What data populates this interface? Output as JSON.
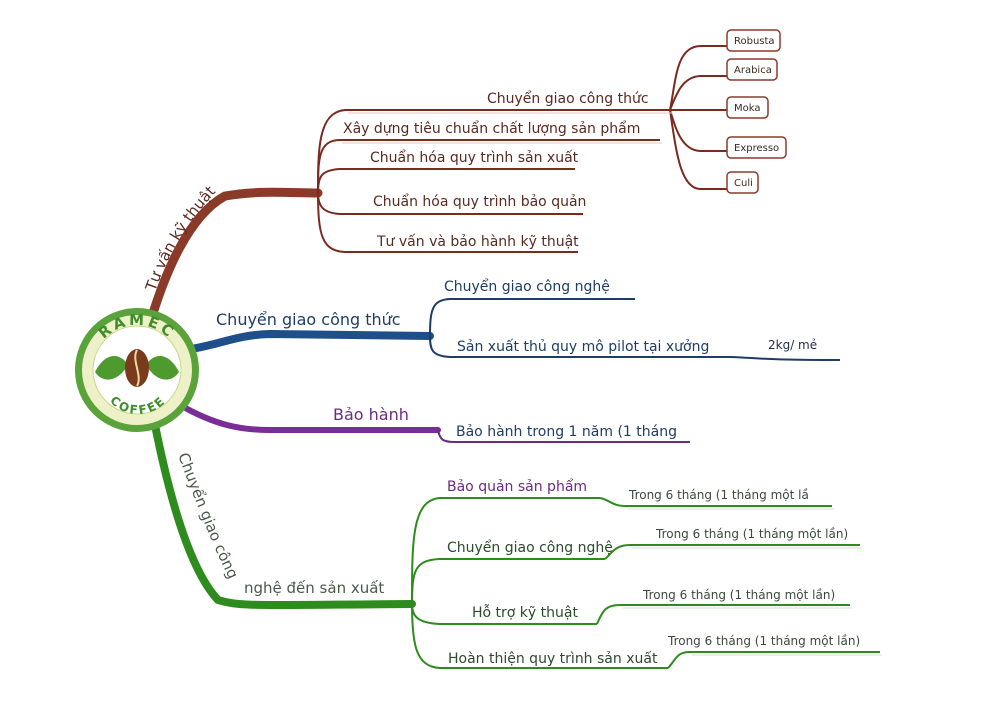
{
  "logo": {
    "top_text": "RAMEC",
    "bottom_text": "COFFEE"
  },
  "branches": {
    "technical": {
      "label": "Tư vấn kỹ thuật",
      "color": "#8b3a2a",
      "children": [
        "Chuyển giao công thức",
        "Xây dựng tiêu chuẩn chất lượng sản phẩm",
        "Chuẩn hóa quy trình sản xuất",
        "Chuẩn hóa quy trình bảo quản",
        "Tư vấn và bảo hành kỹ thuật"
      ],
      "varieties": [
        "Robusta",
        "Arabica",
        "Moka",
        "Expresso",
        "Culi"
      ]
    },
    "formula": {
      "label": "Chuyển giao công thức",
      "color": "#1e4f8a",
      "children": [
        "Chuyển giao công nghệ",
        "Sản xuất thủ quy mô pilot tại xưởng"
      ],
      "pilot_note": "2kg/ mẻ"
    },
    "warranty": {
      "label": "Bảo hành",
      "color": "#7a2d95",
      "children": [
        "Bảo hành trong 1 năm (1 tháng"
      ]
    },
    "production": {
      "label_part1": "Chuyển giao công",
      "label_part2": "nghệ đến sản xuất",
      "color": "#2e8b1e",
      "children": [
        {
          "label": "Bảo quản sản phẩm",
          "note": "Trong 6 tháng (1 tháng một lầ"
        },
        {
          "label": "Chuyển giao công nghệ",
          "note": "Trong 6 tháng (1 tháng một lần)"
        },
        {
          "label": "Hỗ trợ kỹ thuật",
          "note": "Trong 6 tháng (1 tháng một lần)"
        },
        {
          "label": "Hoàn thiện quy trình sản xuất",
          "note": "Trong 6 tháng (1 tháng một lần)"
        }
      ]
    }
  }
}
